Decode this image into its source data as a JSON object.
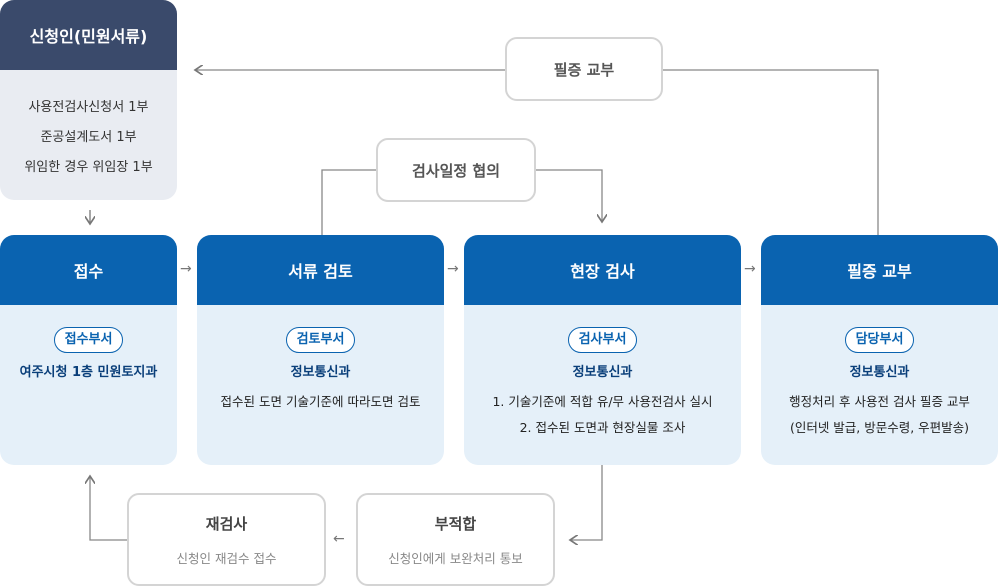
{
  "applicant": {
    "title": "신청인(민원서류)",
    "documents": [
      "사용전검사신청서 1부",
      "준공설계도서 1부",
      "위임한 경우 위임장 1부"
    ]
  },
  "steps": [
    {
      "title": "접수",
      "badge": "접수부서",
      "dept": "여주시청 1층 민원토지과",
      "desc": []
    },
    {
      "title": "서류 검토",
      "badge": "검토부서",
      "dept": "정보통신과",
      "desc": [
        "접수된 도면 기술기준에 따라도면 검토"
      ]
    },
    {
      "title": "현장 검사",
      "badge": "검사부서",
      "dept": "정보통신과",
      "desc": [
        "1. 기술기준에 적합 유/무 사용전검사 실시",
        "2. 접수된 도면과 현장실물 조사"
      ]
    },
    {
      "title": "필증 교부",
      "badge": "담당부서",
      "dept": "정보통신과",
      "desc": [
        "행정처리 후 사용전 검사 필증 교부",
        "(인터넷 발급, 방문수령, 우편발송)"
      ]
    }
  ],
  "flow_labels": {
    "certificate": "필증 교부",
    "schedule": "검사일정 협의"
  },
  "outcomes": {
    "unfit": {
      "title": "부적합",
      "sub": "신청인에게 보완처리 통보"
    },
    "reinspect": {
      "title": "재검사",
      "sub": "신청인 재검수 접수"
    }
  },
  "colors": {
    "primary": "#0a63b0",
    "header_dark": "#3a4a6b",
    "light_blue": "#e5f0f9",
    "light_gray": "#e9ecf2"
  }
}
